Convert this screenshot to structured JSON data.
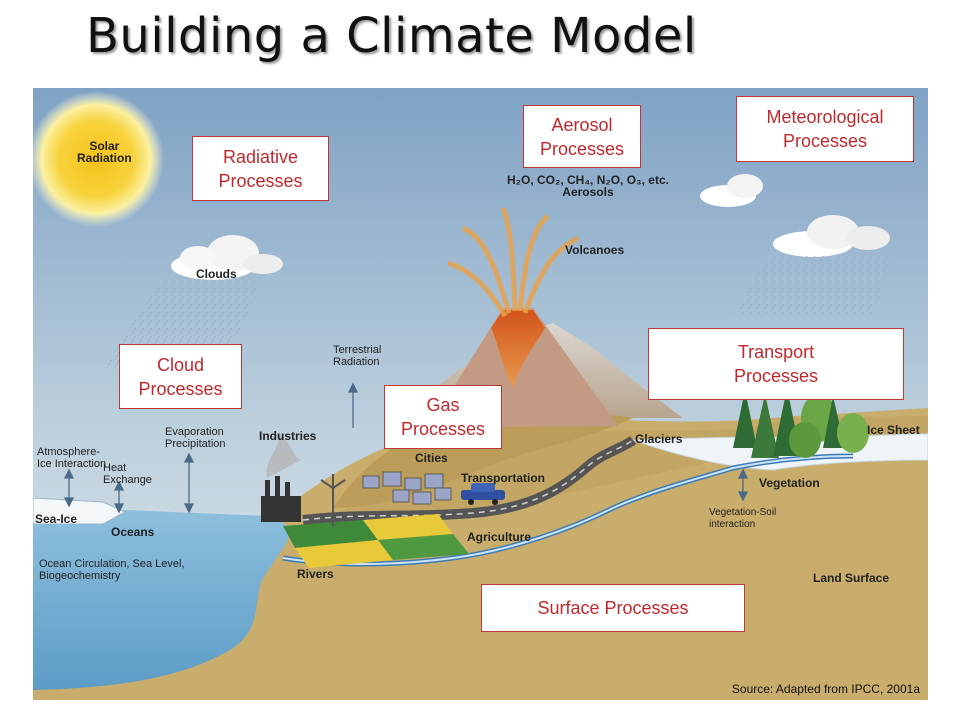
{
  "slide": {
    "title": "Building a Climate Model",
    "source": "Source: Adapted from IPCC, 2001a"
  },
  "process_boxes": {
    "radiative": "Radiative\nProcesses",
    "aerosol": "Aerosol\nProcesses",
    "meteorological": "Meteorological\nProcesses",
    "cloud": "Cloud\nProcesses",
    "gas": "Gas\nProcesses",
    "transport": "Transport\nProcesses",
    "surface": "Surface Processes"
  },
  "diagram_labels": {
    "solar": "Solar\nRadiation",
    "clouds": "Clouds",
    "gases": "H₂O, CO₂, CH₄, N₂O, O₃, etc.\nAerosols",
    "volcanoes": "Volcanoes",
    "terrestrial": "Terrestrial\nRadiation",
    "evaporation": "Evaporation\nPrecipitation",
    "industries": "Industries",
    "cities": "Cities",
    "transportation": "Transportation",
    "glaciers": "Glaciers",
    "ice_sheet": "Ice Sheet",
    "vegetation": "Vegetation",
    "veg_soil": "Vegetation-Soil\ninteraction",
    "atmos_ice": "Atmosphere-\nIce Interaction",
    "heat_exchange": "Heat\nExchange",
    "sea_ice": "Sea-Ice",
    "oceans": "Oceans",
    "ocean_circ": "Ocean Circulation, Sea Level,\nBiogeochemistry",
    "agriculture": "Agriculture",
    "rivers": "Rivers",
    "land_surface": "Land Surface"
  },
  "colors": {
    "sky_top": "#7fa2c4",
    "sky_bottom": "#dfe8ee",
    "land": "#c9ad6c",
    "ocean": "#7cb2d4",
    "box_border": "#c23636",
    "box_text": "#c0282d"
  }
}
